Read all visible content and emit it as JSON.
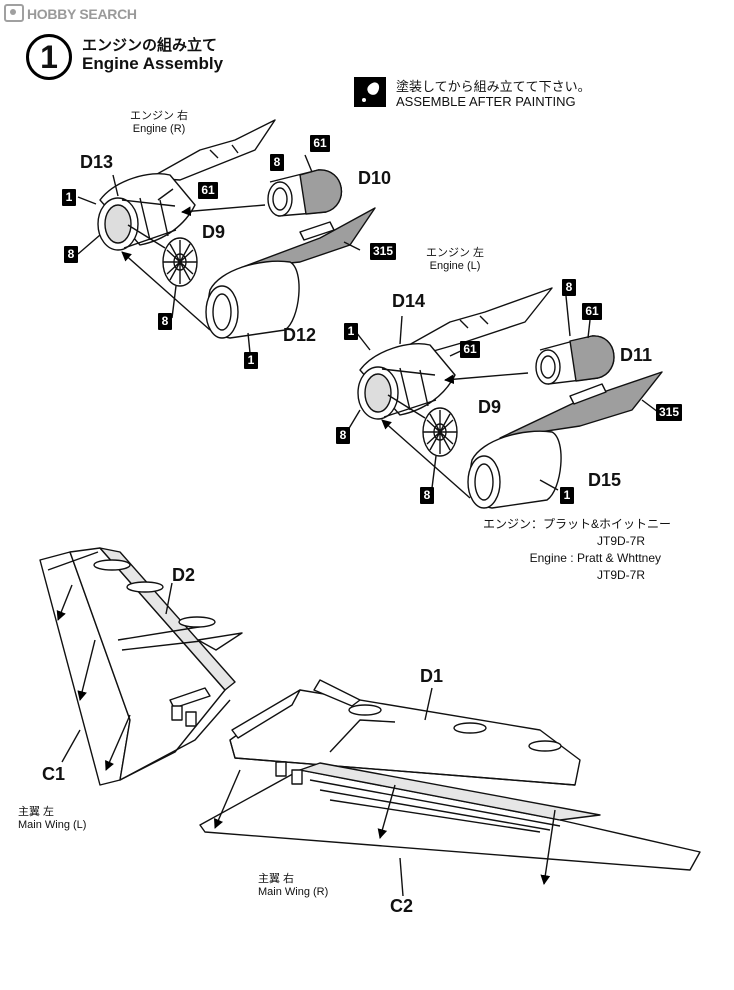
{
  "watermark": "HOBBY SEARCH",
  "step": {
    "number": "1",
    "title_jp": "エンジンの組み立て",
    "title_en": "Engine Assembly"
  },
  "paint_note": {
    "icon": "paint-drop-icon",
    "jp": "塗装してから組み立てて下さい。",
    "en": "ASSEMBLE AFTER PAINTING"
  },
  "engine_r": {
    "label_jp": "エンジン 右",
    "label_en": "Engine (R)",
    "parts": {
      "d13": "D13",
      "d10": "D10",
      "d9": "D9",
      "d12": "D12"
    },
    "colors": {
      "c1a": "1",
      "c8a": "8",
      "c61a": "61",
      "c8b": "8",
      "c61b": "61",
      "c315": "315",
      "c8c": "8",
      "c1b": "1"
    }
  },
  "engine_l": {
    "label_jp": "エンジン 左",
    "label_en": "Engine (L)",
    "parts": {
      "d14": "D14",
      "d11": "D11",
      "d9": "D9",
      "d15": "D15"
    },
    "colors": {
      "c8a": "8",
      "c61a": "61",
      "c1a": "1",
      "c61b": "61",
      "c315": "315",
      "c8b": "8",
      "c8c": "8",
      "c1b": "1"
    }
  },
  "engine_spec": {
    "jp1": "エンジン：プラット&ホイットニー",
    "jp2": "JT9D-7R",
    "en1": "Engine : Pratt & Whttney",
    "en2": "JT9D-7R"
  },
  "wing_l": {
    "part_top": "D2",
    "part_bottom": "C1",
    "label_jp": "主翼 左",
    "label_en": "Main Wing (L)"
  },
  "wing_r": {
    "part_top": "D1",
    "part_bottom": "C2",
    "label_jp": "主翼 右",
    "label_en": "Main Wing (R)"
  },
  "colors": {
    "ink": "#111111",
    "gray_fill": "#9e9e9e",
    "light_fill": "#e6e6e6",
    "badge": "#000000"
  }
}
